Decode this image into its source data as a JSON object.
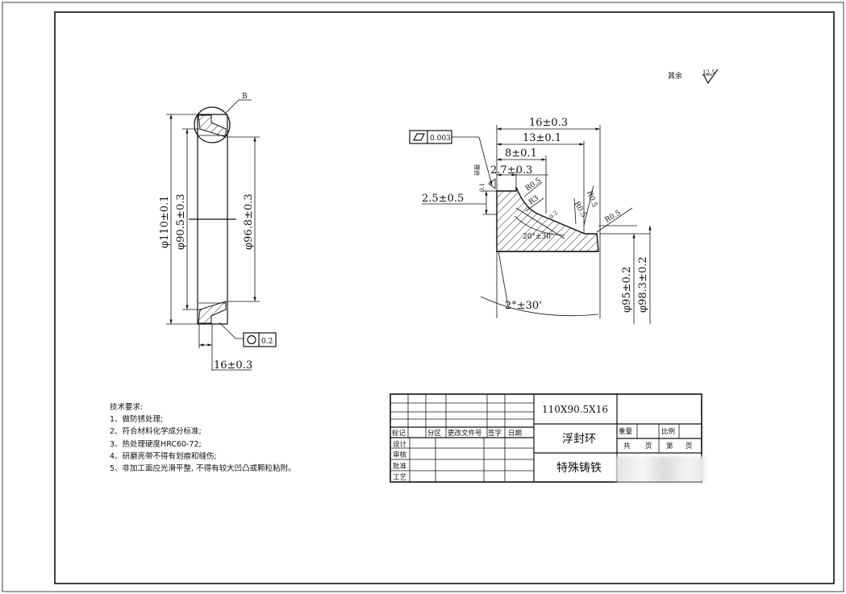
{
  "roughness": {
    "label": "其余",
    "value": "12.5"
  },
  "left_view": {
    "detail_label": "B",
    "dim_outer": "φ110±0.1",
    "dim_inner": "φ90.5±0.3",
    "dim_mid": "φ96.8±0.3",
    "dim_width": "16±0.3",
    "runout_value": "0.2"
  },
  "section_view": {
    "flatness_value": "0.003",
    "dim_16": "16±0.3",
    "dim_13": "13±0.1",
    "dim_8": "8±0.1",
    "dim_2_7": "2.7±0.3",
    "dim_2_5": "2.5±0.5",
    "r_a": "R0.5",
    "r_b": "R3",
    "r_c": "R0.5",
    "r_d": "R0.5",
    "r_e": "R0.5",
    "angle_a": "20°±30'",
    "angle_b": "2°±30'",
    "dim_95": "φ95±0.2",
    "dim_98": "φ98.3±0.2",
    "small_a": "0.1",
    "small_b": "研磨",
    "small_c": "0.2"
  },
  "notes": {
    "heading": "技术要求:",
    "items": [
      "1、做防锈处理;",
      "2、符合材料化学成分标准;",
      "3、热处理硬度HRC60-72;",
      "4、研磨亮带不得有划痕和缝伤;",
      "5、非加工面应光滑平整, 不得有较大凹凸或颗粒粘附。"
    ]
  },
  "title_block": {
    "spec": "110X90.5X16",
    "part_name": "浮封环",
    "material": "特殊铸铁",
    "rev_headers": [
      "标记",
      "分区",
      "更改文件号",
      "签字",
      "日期"
    ],
    "roles": [
      "设计",
      "审核",
      "批准",
      "工艺"
    ],
    "weight_label": "重量",
    "scale_label": "比例",
    "total_label": "共",
    "page_unit": "页",
    "sheet_label": "第",
    "sheet_unit": "页"
  }
}
